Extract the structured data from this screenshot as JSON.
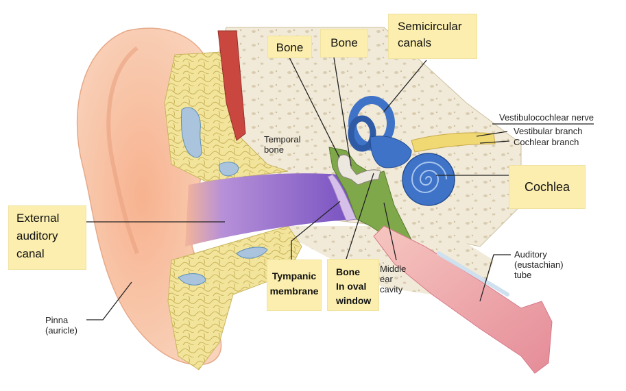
{
  "highlighted_labels": {
    "bone_1": "Bone",
    "bone_2": "Bone",
    "semicircular_canals": "Semicircular\ncanals",
    "cochlea": "Cochlea",
    "external_auditory_canal": "External\nauditory\ncanal",
    "tympanic_membrane": "Tympanic\nmembrane",
    "bone_in_oval_window": "Bone\nIn oval\nwindow"
  },
  "plain_labels": {
    "temporal_bone": "Temporal\nbone",
    "vestibulocochlear_nerve": "Vestibulocochlear nerve",
    "vestibular_branch": "Vestibular branch",
    "cochlear_branch": "Cochlear branch",
    "middle_ear_cavity": "Middle\near\ncavity",
    "auditory_tube": "Auditory\n(eustachian)\ntube",
    "pinna": "Pinna\n(auricle)"
  },
  "colors": {
    "label_box": "#fbeeae",
    "pinna_skin": "#f6c4a6",
    "auditory_canal": "#8a63c9",
    "cartilage_fat": "#efe08a",
    "bone": "#f1ead8",
    "cochlea_blue": "#3f73c7",
    "ossicle_green": "#7fa84a",
    "muscle_red": "#c9473e",
    "tube_pink": "#eea4aa",
    "nerve_yellow": "#f0d873"
  }
}
